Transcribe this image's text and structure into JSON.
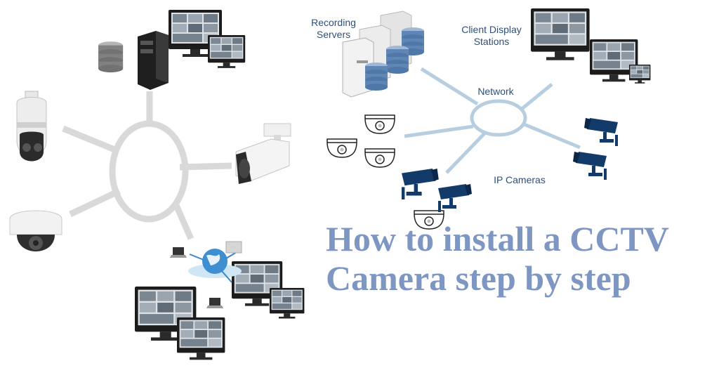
{
  "labels": {
    "recording_servers": [
      "Recording",
      "Servers"
    ],
    "client_display_stations": [
      "Client Display",
      "Stations"
    ],
    "network": "Network",
    "ip_cameras": "IP Cameras"
  },
  "headline": {
    "line1": "How to install a CCTV",
    "line2": "Camera step by step"
  },
  "colors": {
    "left_network": "#d9d9d9",
    "right_network": "#b7cee0",
    "text_blue": "#2f4f7a",
    "headline": "#7d96c2",
    "camera_navy": "#123b69"
  },
  "icons": [
    "dome-camera-icon",
    "bullet-camera-icon",
    "ptz-camera-icon",
    "monitor-icon",
    "server-icon",
    "database-icon",
    "globe-icon",
    "laptop-icon"
  ]
}
